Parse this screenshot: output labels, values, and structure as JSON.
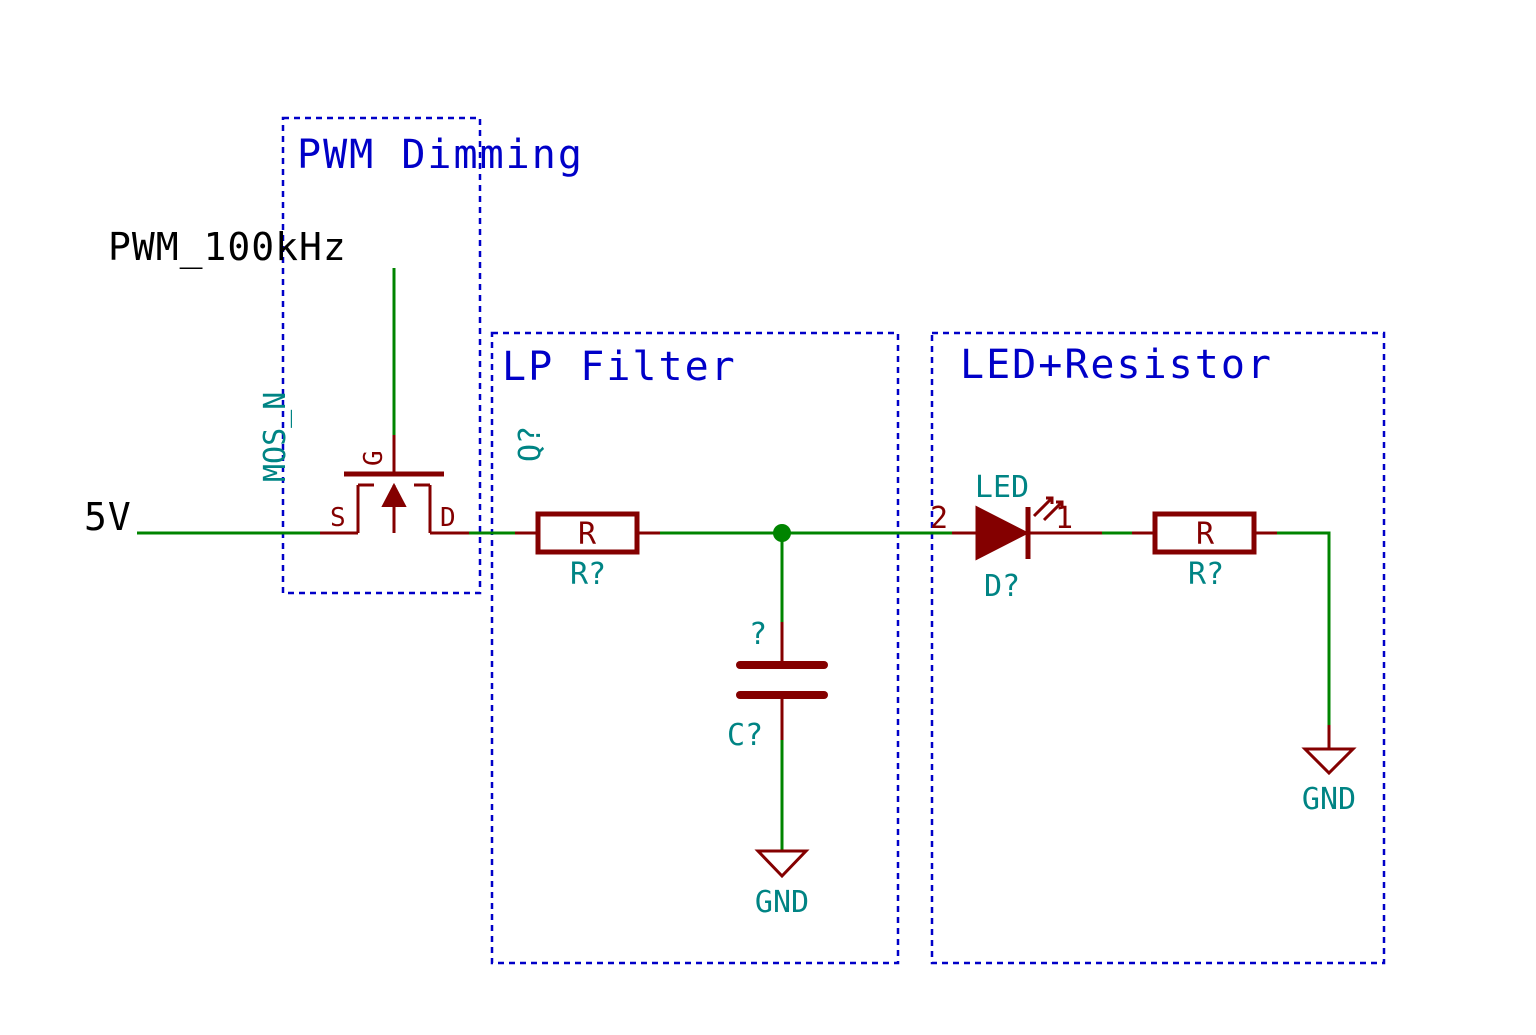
{
  "groups": {
    "pwm_dimming": "PWM Dimming",
    "lp_filter": "LP Filter",
    "led_resistor": "LED+Resistor"
  },
  "nets": {
    "supply": "5V",
    "pwm": "PWM_100kHz",
    "gnd_cap": "GND",
    "gnd_res": "GND"
  },
  "mosfet": {
    "value": "MOS_N",
    "ref": "Q?",
    "pin_g": "G",
    "pin_s": "S",
    "pin_d": "D"
  },
  "resistor1": {
    "value": "R",
    "ref": "R?"
  },
  "capacitor": {
    "value": "?",
    "ref": "C?"
  },
  "led": {
    "value": "LED",
    "ref": "D?",
    "pin_anode": "2",
    "pin_cathode": "1"
  },
  "resistor2": {
    "value": "R",
    "ref": "R?"
  },
  "colors": {
    "wire": "#008400",
    "component": "#840000",
    "group_box": "#0000c8",
    "reference_text": "#008484"
  }
}
